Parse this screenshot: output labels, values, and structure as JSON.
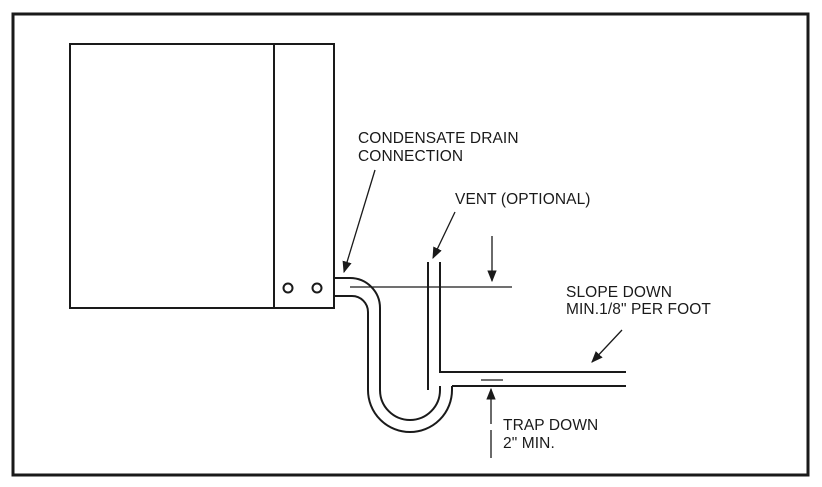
{
  "labels": {
    "condensate_line1": "CONDENSATE DRAIN",
    "condensate_line2": "CONNECTION",
    "vent": "VENT (OPTIONAL)",
    "slope_line1": "SLOPE DOWN",
    "slope_line2": "MIN.1/8\" PER FOOT",
    "trap_line1": "TRAP DOWN",
    "trap_line2": "2\" MIN."
  },
  "colors": {
    "ink": "#1a1a1a",
    "background": "#ffffff"
  }
}
